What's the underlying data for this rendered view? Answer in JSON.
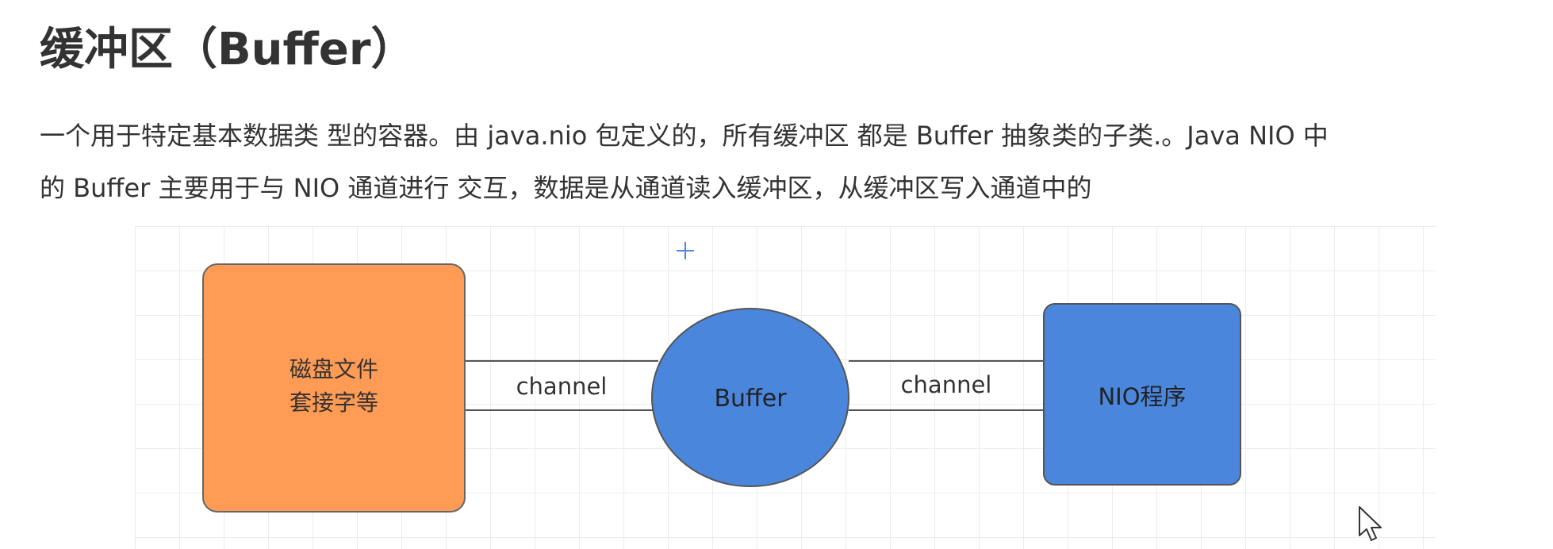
{
  "heading": "缓冲区（Buffer）",
  "paragraph": {
    "line1": "一个用于特定基本数据类 型的容器。由 java.nio 包定义的，所有缓冲区 都是 Buffer 抽象类的子类.。Java NIO 中",
    "line2": "的 Buffer 主要用于与 NIO 通道进行 交互，数据是从通道读入缓冲区，从缓冲区写入通道中的"
  },
  "diagram": {
    "disk_box": {
      "line1": "磁盘文件",
      "line2": "套接字等",
      "color": "#FF9B55"
    },
    "buffer": {
      "label": "Buffer",
      "color": "#4A86DC"
    },
    "nio_box": {
      "label": "NIO程序",
      "color": "#4A86DC"
    },
    "left_channel": "channel",
    "right_channel": "channel"
  },
  "colors": {
    "text": "#333333",
    "grid": "#E6E6E6",
    "shape_stroke": "#555555"
  }
}
